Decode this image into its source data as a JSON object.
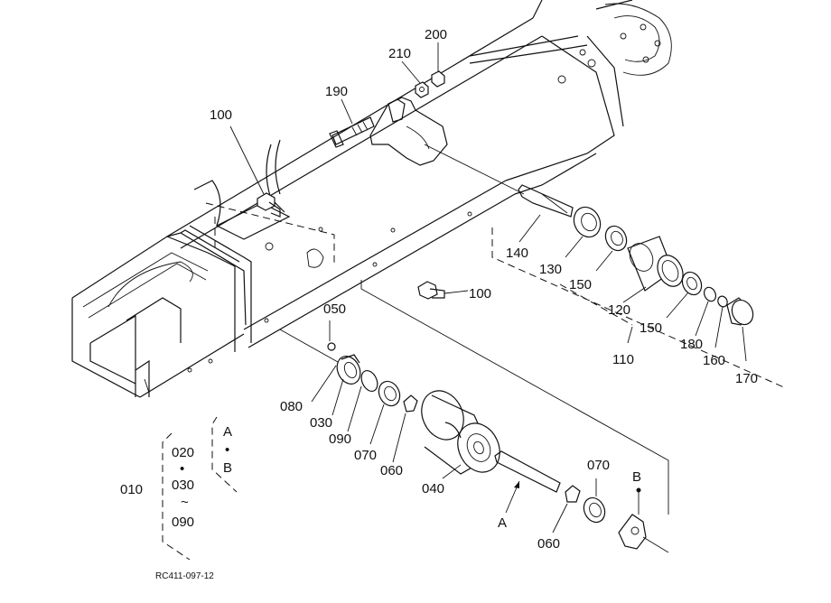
{
  "diagram": {
    "ref_code": "RC411-097-12",
    "labels": {
      "p010": "010",
      "p020": "020",
      "p030a": "030",
      "p030b": "030",
      "p040": "040",
      "p050": "050",
      "p060a": "060",
      "p060b": "060",
      "p070a": "070",
      "p070b": "070",
      "p080": "080",
      "p090a": "090",
      "p090b": "090",
      "p100a": "100",
      "p100b": "100",
      "p110": "110",
      "p120": "120",
      "p130": "130",
      "p140": "140",
      "p150a": "150",
      "p150b": "150",
      "p160": "160",
      "p170": "170",
      "p180": "180",
      "p190": "190",
      "p200": "200",
      "p210": "210",
      "ref_A1": "A",
      "ref_B1": "B",
      "ref_A2": "A",
      "ref_B2": "B",
      "dot1": "•",
      "dot2": "•",
      "tilde": "~"
    }
  }
}
